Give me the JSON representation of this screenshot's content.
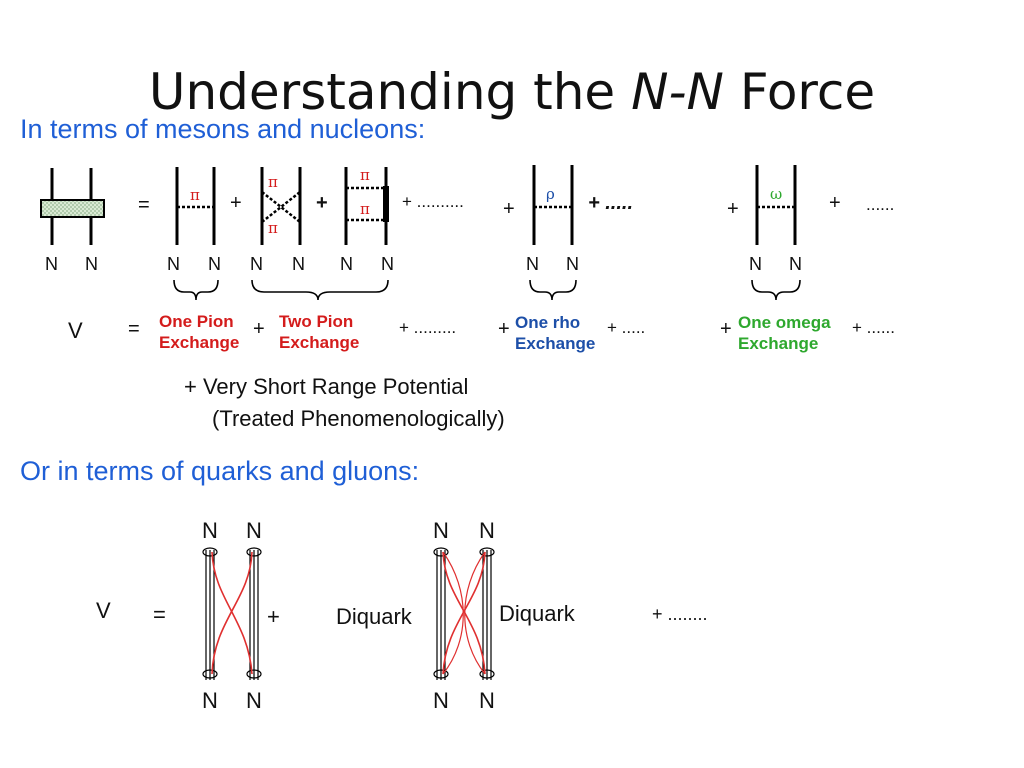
{
  "title": {
    "pre": "Understanding the ",
    "italic": "N-N",
    "post": " Force"
  },
  "section1": "In terms of mesons and nucleons:",
  "section2": "Or in terms of quarks and gluons:",
  "nucleon": "N",
  "mesons": {
    "pi": "π",
    "rho": "ρ",
    "omega": "ω"
  },
  "ops": {
    "eq": "=",
    "plus": "+",
    "plus_bold": "+",
    "plus_dots_long": "+ ..........",
    "plus_dots_bold": "+ .....",
    "dots6": "......"
  },
  "potential": {
    "v": "V",
    "one_pion": [
      "One Pion",
      "Exchange"
    ],
    "two_pion": [
      "Two Pion",
      "Exchange"
    ],
    "dots_a": "+ .........",
    "one_rho": [
      "One rho",
      "Exchange"
    ],
    "dots_b": "+ .....",
    "one_omega": [
      "One omega",
      "Exchange"
    ],
    "dots_c": "+ ......"
  },
  "short_range": {
    "line1": "+  Very Short Range Potential",
    "line2": "(Treated Phenomenologically)"
  },
  "quark": {
    "v": "V",
    "eq": "=",
    "plus": "+",
    "diquark": "Diquark",
    "tail": "+ ........"
  },
  "colors": {
    "section_heading": "#1f5fd6",
    "pion_label": "#d41c1c",
    "rho_label": "#1d4fa8",
    "omega_label": "#2ea82e",
    "gluon_line": "#e03030"
  }
}
